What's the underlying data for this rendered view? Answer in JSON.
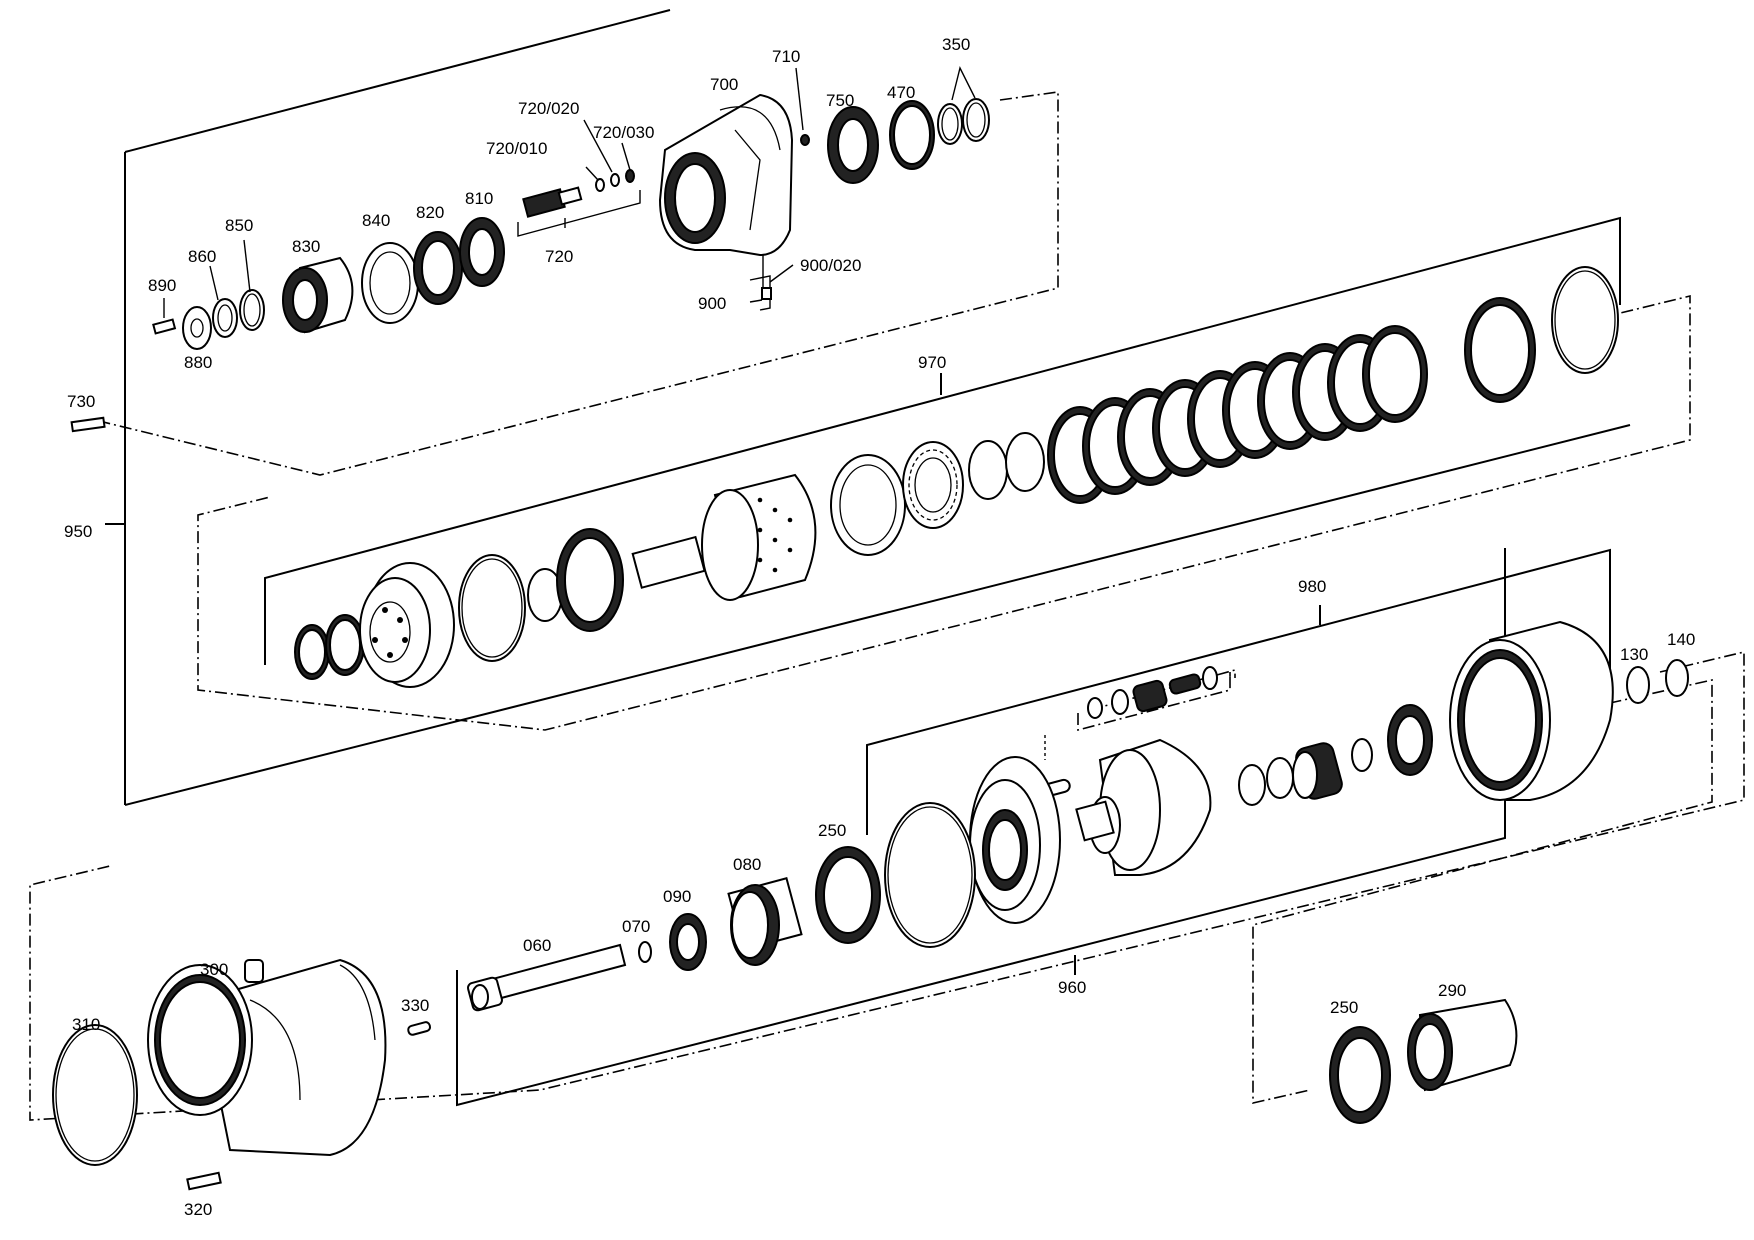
{
  "diagram": {
    "labels": {
      "l890": "890",
      "l880": "880",
      "l860": "860",
      "l850": "850",
      "l830": "830",
      "l840": "840",
      "l820": "820",
      "l810": "810",
      "l720": "720",
      "l720_010": "720/010",
      "l720_020": "720/020",
      "l720_030": "720/030",
      "l700": "700",
      "l710": "710",
      "l750": "750",
      "l470": "470",
      "l350": "350",
      "l900": "900",
      "l900_020": "900/020",
      "l730": "730",
      "l950": "950",
      "l970": "970",
      "l980": "980",
      "l130": "130",
      "l140": "140",
      "l250a": "250",
      "l080": "080",
      "l090": "090",
      "l070": "070",
      "l060": "060",
      "l960": "960",
      "l300": "300",
      "l310": "310",
      "l330": "330",
      "l320": "320",
      "l250b": "250",
      "l290": "290"
    }
  }
}
